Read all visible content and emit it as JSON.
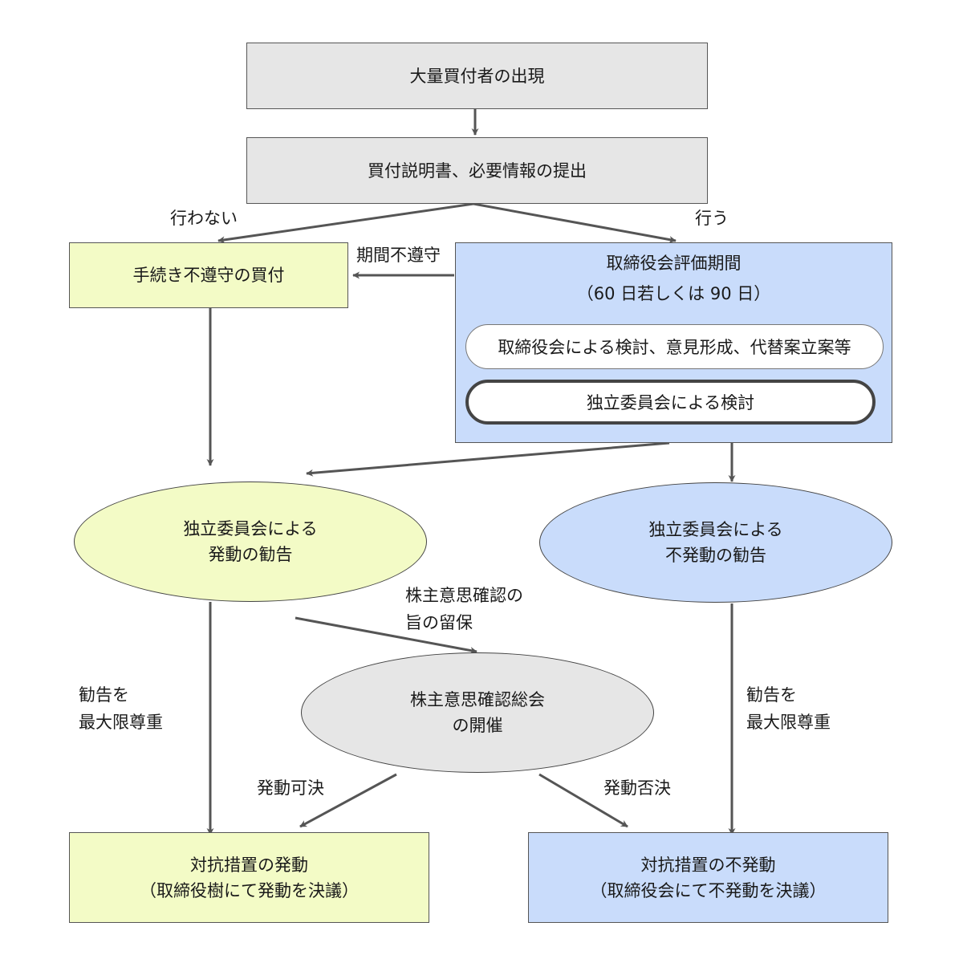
{
  "nodes": {
    "appearance": "大量買付者の出現",
    "submission": "買付説明書、必要情報の提出",
    "noncompliant": "手続き不遵守の買付",
    "evaluation": {
      "line1": "取締役会評価期間",
      "line2": "（60 日若しくは 90 日）",
      "review": "取締役会による検討、意見形成、代替案立案等",
      "committee_review": "独立委員会による検討"
    },
    "recommend_trigger": {
      "line1": "独立委員会による",
      "line2": "発動の勧告"
    },
    "recommend_no_trigger": {
      "line1": "独立委員会による",
      "line2": "不発動の勧告"
    },
    "shareholder_meeting": {
      "line1": "株主意思確認総会",
      "line2": "の開催"
    },
    "result_trigger": {
      "line1": "対抗措置の発動",
      "line2": "（取締役樹にて発動を決議）"
    },
    "result_no_trigger": {
      "line1": "対抗措置の不発動",
      "line2": "（取締役会にて不発動を決議）"
    }
  },
  "labels": {
    "not_done": "行わない",
    "done": "行う",
    "period_noncompliance": "期間不遵守",
    "reservation": {
      "line1": "株主意思確認の",
      "line2": "旨の留保"
    },
    "respect_left": {
      "line1": "勧告を",
      "line2": "最大限尊重"
    },
    "respect_right": {
      "line1": "勧告を",
      "line2": "最大限尊重"
    },
    "approved": "発動可決",
    "rejected": "発動否決"
  },
  "colors": {
    "gray": "#e6e6e6",
    "yellow": "#f3fbc6",
    "blue": "#c9dcfb",
    "arrow": "#555555"
  }
}
